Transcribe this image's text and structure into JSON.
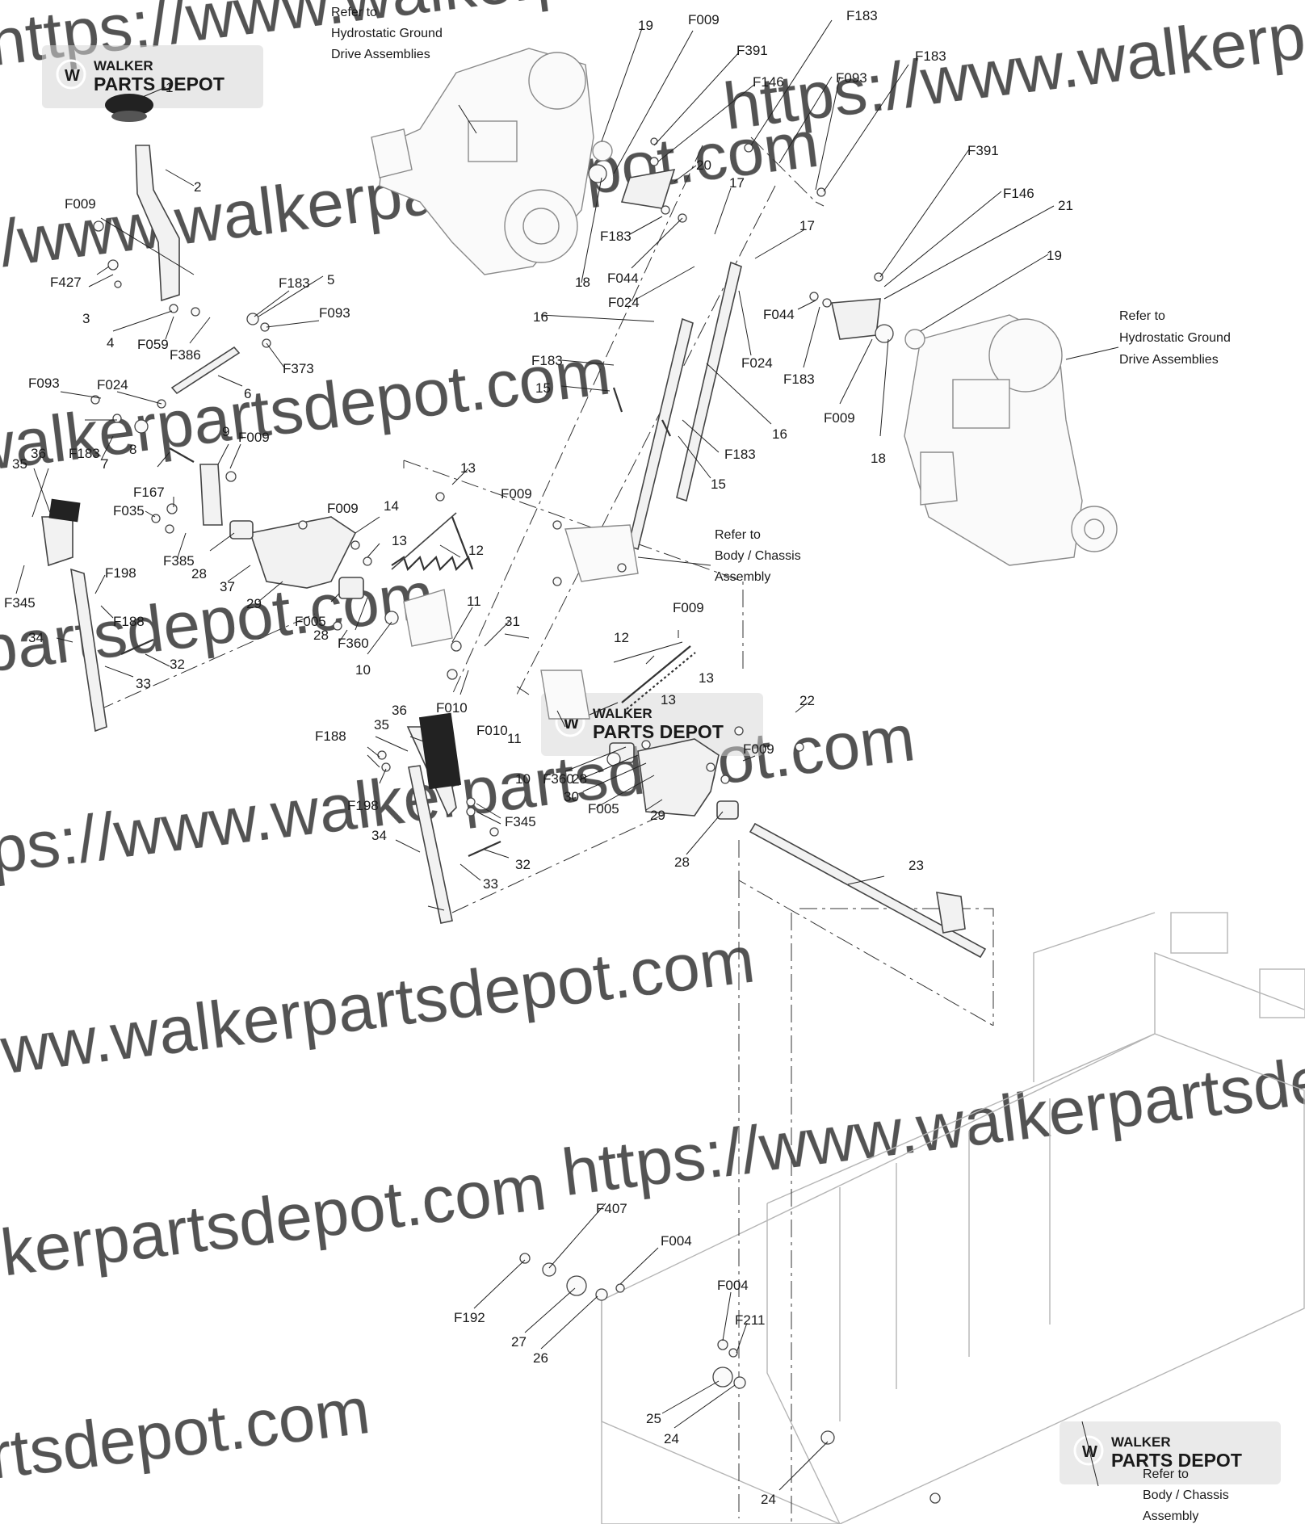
{
  "watermark": {
    "logo_line1": "WALKER",
    "logo_line2": "PARTS DEPOT",
    "url_text": "https://www.walkerpartsdepot.com"
  },
  "callouts": [
    "1",
    "2",
    "F009",
    "F427",
    "3",
    "4",
    "F059",
    "F386",
    "F183",
    "5",
    "F093",
    "F373",
    "6",
    "F093",
    "F024",
    "F183",
    "7",
    "8",
    "9",
    "F009",
    "35",
    "36",
    "F167",
    "F035",
    "F385",
    "28",
    "37",
    "29",
    "F345",
    "F198",
    "F188",
    "34",
    "32",
    "33",
    "F009",
    "14",
    "13",
    "13",
    "12",
    "F005",
    "28",
    "F360",
    "10",
    "11",
    "31",
    "F010",
    "F010",
    "11",
    "10",
    "F360",
    "28",
    "30",
    "F005",
    "12",
    "13",
    "13",
    "29",
    "22",
    "F009",
    "28",
    "23",
    "36",
    "35",
    "F188",
    "F198",
    "F345",
    "34",
    "32",
    "33",
    "F009",
    "F009",
    "19",
    "F009",
    "F391",
    "F146",
    "20",
    "F183",
    "18",
    "F044",
    "F024",
    "17",
    "F183",
    "F093",
    "F183",
    "17",
    "16",
    "F183",
    "15",
    "F024",
    "F044",
    "F183",
    "16",
    "F183",
    "15",
    "F391",
    "F146",
    "21",
    "19",
    "F009",
    "18",
    "F407",
    "F004",
    "F192",
    "27",
    "26",
    "F004",
    "F211",
    "25",
    "24",
    "24"
  ],
  "notes": {
    "hydro_top": [
      "Refer to",
      "Hydrostatic Ground",
      "Drive Assemblies"
    ],
    "hydro_right": [
      "Refer to",
      "Hydrostatic Ground",
      "Drive Assemblies"
    ],
    "body_mid": [
      "Refer to",
      "Body / Chassis",
      "Assembly"
    ],
    "body_bottom": [
      "Refer to",
      "Body / Chassis",
      "Assembly"
    ]
  }
}
